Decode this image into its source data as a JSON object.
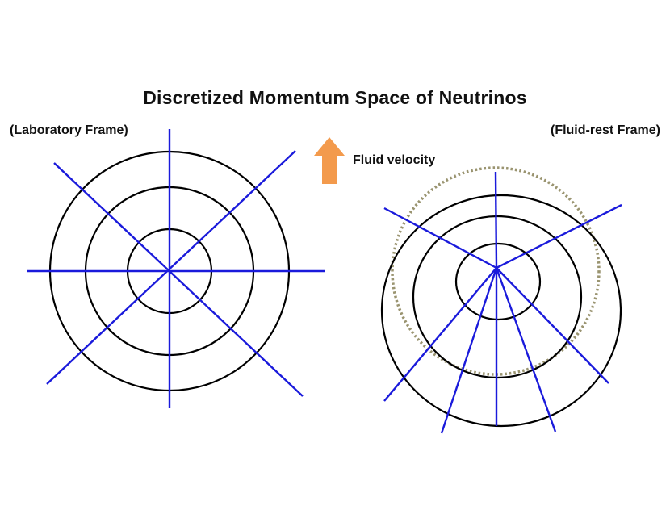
{
  "title": "Discretized Momentum Space of Neutrinos",
  "lab_frame": {
    "label": "(Laboratory Frame)"
  },
  "fluid_frame": {
    "label": "(Fluid-rest Frame)"
  },
  "velocity": {
    "label": "Fluid velocity",
    "arrow_color": "#f39a4c"
  },
  "colors": {
    "circle": "#000000",
    "ray": "#1a1adb",
    "dotted_circle": "#9a9470"
  }
}
